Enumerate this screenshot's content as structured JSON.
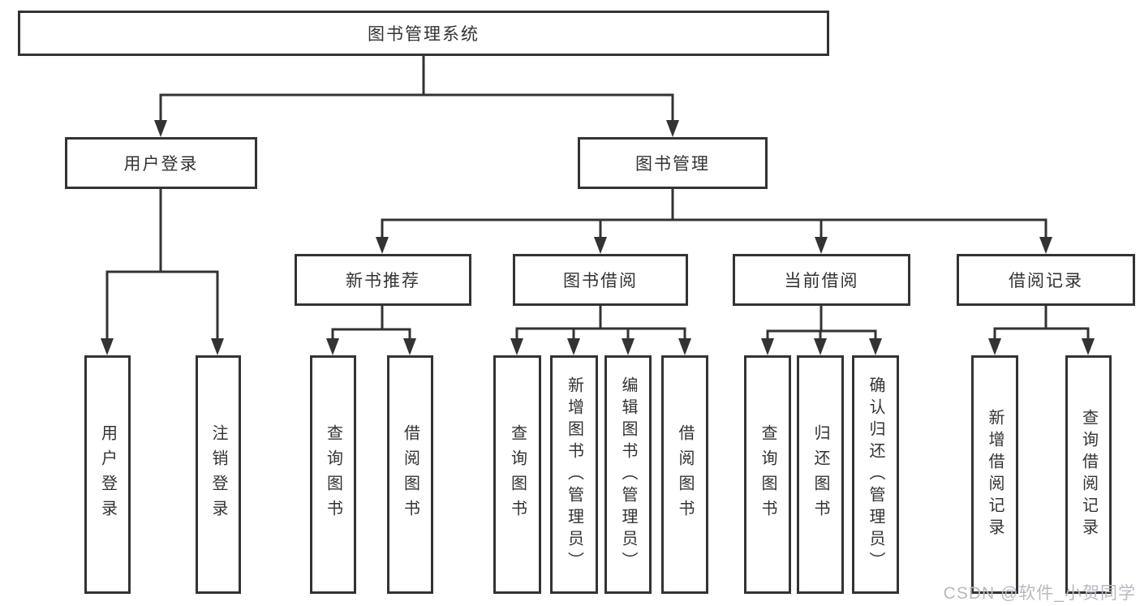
{
  "diagram": {
    "root": {
      "label": "图书管理系统"
    },
    "level1": {
      "user_login": {
        "label": "用户登录"
      },
      "book_management": {
        "label": "图书管理"
      }
    },
    "level2": {
      "new_book_recommend": {
        "label": "新书推荐"
      },
      "book_borrow": {
        "label": "图书借阅"
      },
      "current_borrow": {
        "label": "当前借阅"
      },
      "borrow_records": {
        "label": "借阅记录"
      }
    },
    "leaves": {
      "user_login_group": [
        "用户登录",
        "注销登录"
      ],
      "new_book_group": [
        "查询图书",
        "借阅图书"
      ],
      "book_borrow_group": [
        "查询图书",
        "新增图书（管理员）",
        "编辑图书（管理员）",
        "借阅图书"
      ],
      "current_borrow_group": [
        "查询图书",
        "归还图书",
        "确认归还（管理员）"
      ],
      "records_group": [
        "新增借阅记录",
        "查询借阅记录"
      ]
    },
    "watermark": "CSDN @软件_小贺同学",
    "colors": {
      "line": "#333333",
      "text": "#333333",
      "background": "#ffffff",
      "watermark": "#b6bac0"
    }
  }
}
